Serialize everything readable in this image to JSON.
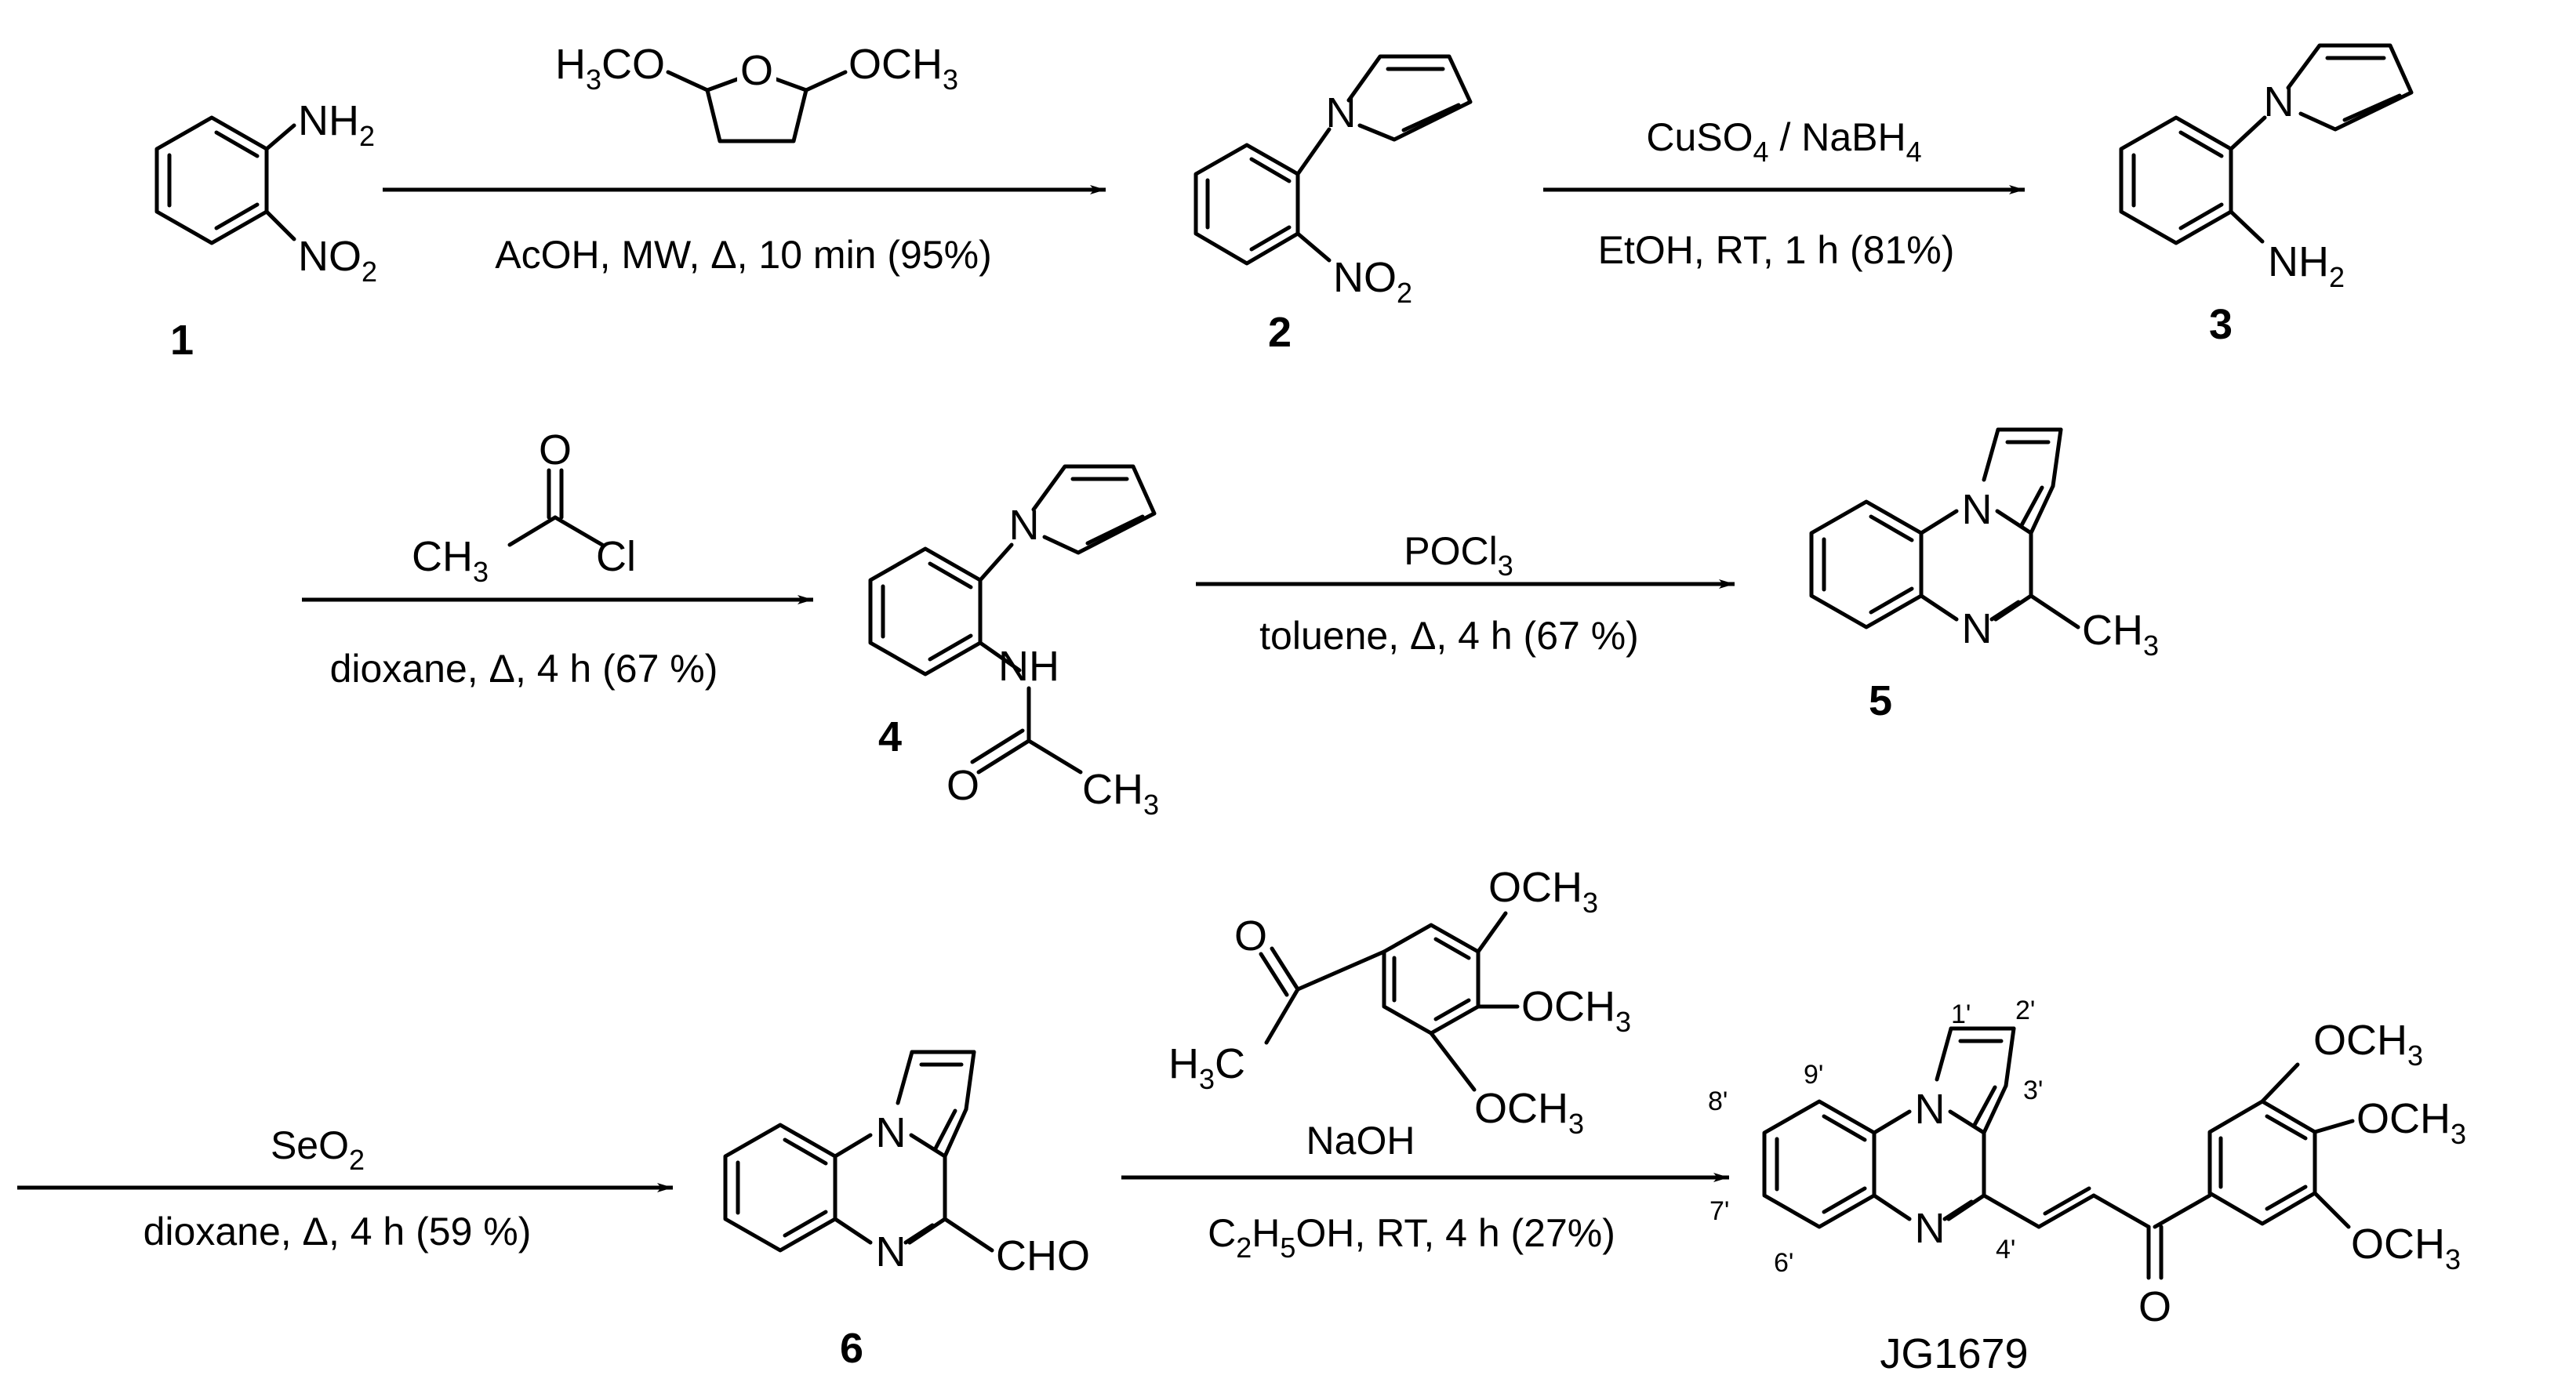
{
  "compounds": {
    "c1": {
      "number": "1",
      "nh2": "NH",
      "nh2_sub": "2",
      "no2": "NO",
      "no2_sub": "2"
    },
    "c2": {
      "number": "2",
      "n": "N",
      "no2": "NO",
      "no2_sub": "2"
    },
    "c3": {
      "number": "3",
      "n": "N",
      "nh2": "NH",
      "nh2_sub": "2"
    },
    "c4": {
      "number": "4",
      "n": "N",
      "nh": "NH",
      "o": "O",
      "ch3": "CH",
      "ch3_sub": "3"
    },
    "c5": {
      "number": "5",
      "n_top": "N",
      "n_bottom": "N",
      "ch3": "CH",
      "ch3_sub": "3"
    },
    "c6": {
      "number": "6",
      "n_top": "N",
      "n_bottom": "N",
      "cho": "CHO"
    },
    "product": {
      "name": "JG1679",
      "n_top": "N",
      "n_bottom": "N",
      "o": "O",
      "ome_top": "OCH",
      "ome_mid": "OCH",
      "ome_bot": "OCH",
      "sub3": "3",
      "positions": [
        "1'",
        "2'",
        "3'",
        "4'",
        "6'",
        "7'",
        "8'",
        "9'"
      ]
    }
  },
  "reactions": [
    {
      "reagent": {
        "left": "H",
        "left_sub": "3",
        "left_rest": "CO",
        "ring_o": "O",
        "right": "OCH",
        "right_sub": "3"
      },
      "conditions": "AcOH, MW, Δ, 10 min (95%)"
    },
    {
      "reagent_parts": [
        "CuSO",
        "4",
        " / NaBH",
        "4"
      ],
      "conditions": "EtOH, RT,  1 h (81%)"
    },
    {
      "reagent": {
        "o": "O",
        "ch3": "CH",
        "ch3_sub": "3",
        "cl": "Cl"
      },
      "conditions": "dioxane, Δ, 4 h (67 %)"
    },
    {
      "reagent_parts": [
        "POCl",
        "3"
      ],
      "conditions": "toluene, Δ, 4 h (67 %)"
    },
    {
      "reagent_parts": [
        "SeO",
        "2"
      ],
      "conditions": "dioxane, Δ, 4 h (59 %)"
    },
    {
      "reagent": {
        "o": "O",
        "h3c": "H",
        "h3c_sub": "3",
        "h3c_rest": "C",
        "ome": "OCH",
        "ome_sub": "3",
        "base": "NaOH"
      },
      "conditions_parts": [
        "C",
        "2",
        "H",
        "5",
        "OH, RT,  4 h (27%)"
      ]
    }
  ]
}
